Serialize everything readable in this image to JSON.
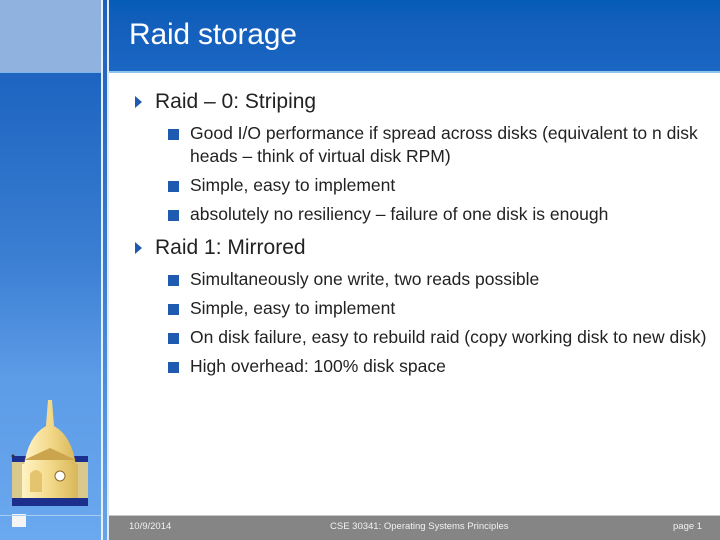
{
  "slide": {
    "title": "Raid storage",
    "bullets": [
      {
        "text": "Raid – 0: Striping",
        "children": [
          "Good I/O performance if spread across disks (equivalent to n disk heads – think of virtual disk RPM)",
          "Simple, easy to implement",
          "absolutely no resiliency – failure of one disk is enough"
        ]
      },
      {
        "text": "Raid 1: Mirrored",
        "children": [
          "Simultaneously one write, two reads possible",
          "Simple, easy to implement",
          "On disk failure, easy to rebuild raid (copy working disk to new disk)",
          "High overhead: 100% disk space"
        ]
      }
    ]
  },
  "footer": {
    "date": "10/9/2014",
    "course": "CSE 30341: Operating Systems Principles",
    "page": "page 1"
  },
  "colors": {
    "header_blue": "#135fbb",
    "sidebar_top": "#8fb3de",
    "bullet_blue": "#1e5aaf",
    "footer_gray": "#858585",
    "text": "#222222"
  },
  "icons": {
    "level1_bullet": "triangle-right-icon",
    "level2_bullet": "square-bullet-icon",
    "logo": "golden-dome-logo"
  }
}
